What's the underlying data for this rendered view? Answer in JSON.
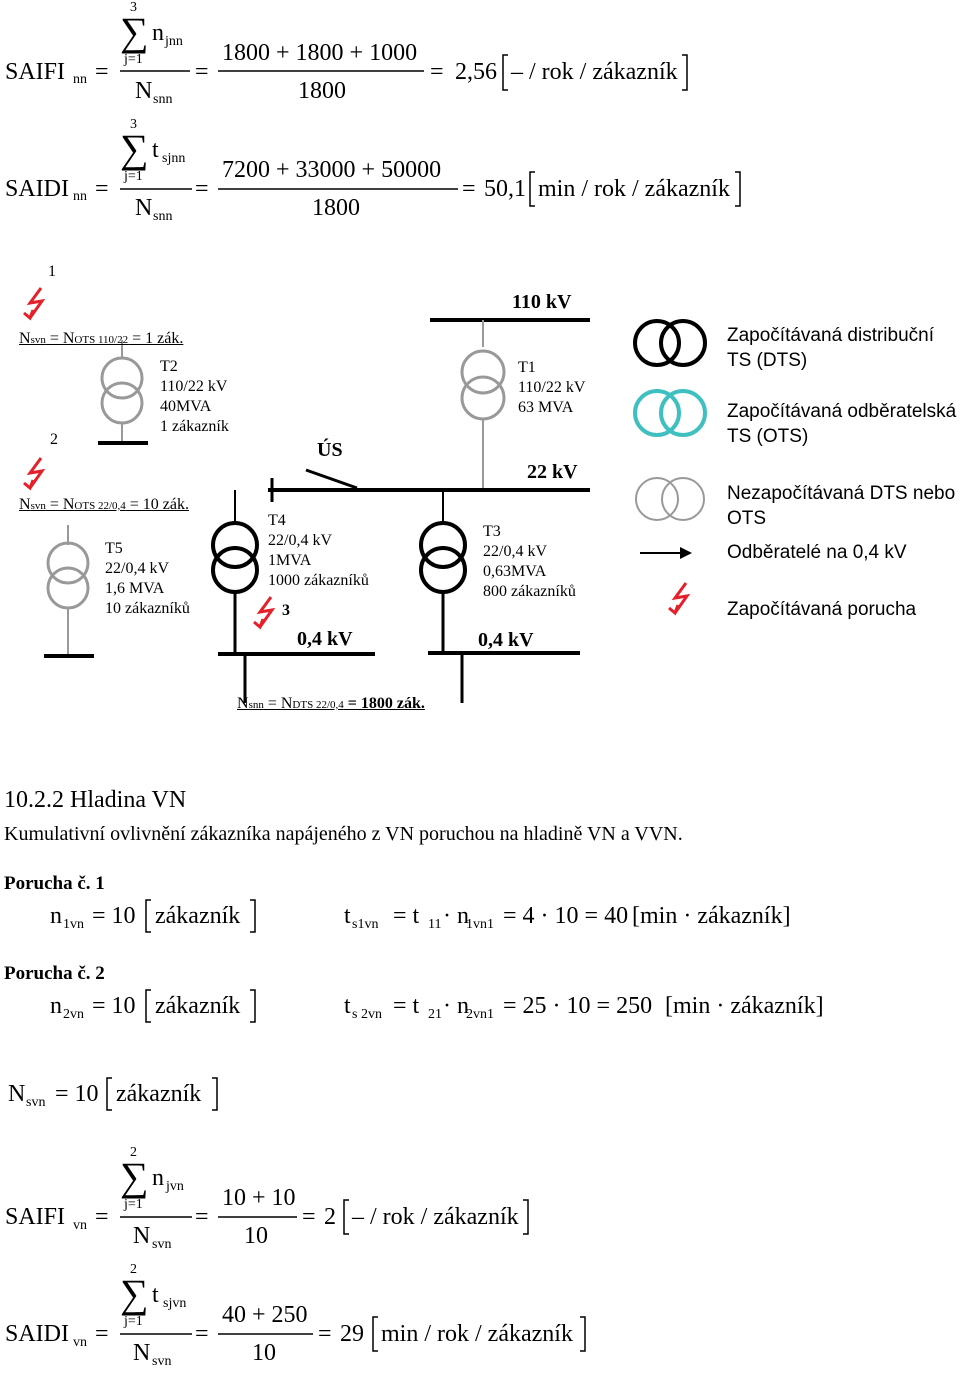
{
  "formulas_top": {
    "saifi_nn": {
      "lhs": "SAIFI",
      "lhs_sub": "nn",
      "sum_top": "3",
      "sum_bot": "j=1",
      "num_var": "n",
      "num_sub": "jnn",
      "den_var": "N",
      "den_sub": "snn",
      "frac_num": "1800 + 1800 + 1000",
      "frac_den": "1800",
      "result": "2,56",
      "unit": "– / rok / zákazník"
    },
    "saidi_nn": {
      "lhs": "SAIDI",
      "lhs_sub": "nn",
      "sum_top": "3",
      "sum_bot": "j=1",
      "num_var": "t",
      "num_sub": "sjnn",
      "den_var": "N",
      "den_sub": "snn",
      "frac_num": "7200 + 33000 + 50000",
      "frac_den": "1800",
      "result": "50,1",
      "unit": "min / rok / zákazník"
    }
  },
  "diagram": {
    "fault1_num": "1",
    "fault2_num": "2",
    "fault3_num": "3",
    "nsvn1_pre": "N",
    "nsvn1_sub": "svn",
    "nsvn1_eq": " = N",
    "nsvn1_sub2": "OTS 110/22",
    "nsvn1_post": " = 1 zák.",
    "nsvn2_pre": "N",
    "nsvn2_sub": "svn",
    "nsvn2_eq": " = N",
    "nsvn2_sub2": "OTS 22/0,4",
    "nsvn2_post": " = 10 zák.",
    "bus_110": "110 kV",
    "bus_22": "22 kV",
    "us": "ÚS",
    "t2": [
      "T2",
      "110/22 kV",
      "40MVA",
      "1 zákazník"
    ],
    "t1": [
      "T1",
      "110/22 kV",
      "63 MVA"
    ],
    "t4": [
      "T4",
      "22/0,4 kV",
      "1MVA",
      "1000 zákazníků"
    ],
    "t3": [
      "T3",
      "22/0,4 kV",
      "0,63MVA",
      "800 zákazníků"
    ],
    "t5": [
      "T5",
      "22/0,4 kV",
      "1,6 MVA",
      "10 zákazníků"
    ],
    "bus_04_left": "0,4 kV",
    "bus_04_right": "0,4 kV",
    "nsnn_pre": "N",
    "nsnn_sub": "snn",
    "nsnn_eq": " = N",
    "nsnn_sub2": "DTS 22/0,4",
    "nsnn_post": " = 1800 zák."
  },
  "legend": {
    "dts": [
      "Započítávaná distribuční",
      "TS (DTS)"
    ],
    "ots": [
      "Započítávaná odběratelská",
      "TS (OTS)"
    ],
    "nez": [
      "Nezapočítávaná DTS nebo",
      "OTS"
    ],
    "odb": "Odběratelé na 0,4 kV",
    "por": "Započítávaná porucha",
    "colors": {
      "dts": "#000000",
      "ots": "#3fbfbf",
      "nez": "#999999",
      "fault": "#e5202a"
    }
  },
  "section": {
    "heading": "10.2.2 Hladina VN",
    "desc": "Kumulativní ovlivnění zákazníka napájeného z VN poruchou na hladině VN a VVN.",
    "p1_title": "Porucha č. 1",
    "p1_n_var": "n",
    "p1_n_sub": "1vn",
    "p1_n_val": "= 10",
    "p1_n_unit": "zákazník",
    "p1_t_var": "t",
    "p1_t_sub": "s1vn",
    "p1_t_rest1": "= t",
    "p1_t_sub11": "11",
    "p1_t_mid": "· n",
    "p1_t_sub2": "1vn1",
    "p1_t_calc": "= 4 · 10 = 40",
    "p1_t_unit": "[min · zákazník]",
    "p2_title": "Porucha č. 2",
    "p2_n_var": "n",
    "p2_n_sub": "2vn",
    "p2_n_val": "= 10",
    "p2_n_unit": "zákazník",
    "p2_t_var": "t",
    "p2_t_sub": "s 2vn",
    "p2_t_rest1": "= t",
    "p2_t_sub21": "21",
    "p2_t_mid": "· n",
    "p2_t_sub2": "2vn1",
    "p2_t_calc": "= 25 · 10 = 250",
    "p2_t_unit": "[min · zákazník]",
    "nsvn_var": "N",
    "nsvn_sub": "svn",
    "nsvn_val": "= 10",
    "nsvn_unit": "zákazník"
  },
  "formulas_bottom": {
    "saifi_vn": {
      "lhs": "SAIFI",
      "lhs_sub": "vn",
      "sum_top": "2",
      "sum_bot": "j=1",
      "num_var": "n",
      "num_sub": "jvn",
      "den_var": "N",
      "den_sub": "svn",
      "frac_num": "10 + 10",
      "frac_den": "10",
      "result": "2",
      "unit": "– / rok / zákazník"
    },
    "saidi_vn": {
      "lhs": "SAIDI",
      "lhs_sub": "vn",
      "sum_top": "2",
      "sum_bot": "j=1",
      "num_var": "t",
      "num_sub": "sjvn",
      "den_var": "N",
      "den_sub": "svn",
      "frac_num": "40 + 250",
      "frac_den": "10",
      "result": "29",
      "unit": "min / rok / zákazník"
    }
  },
  "symbols": {
    "eq": "=",
    "sigma": "∑"
  }
}
